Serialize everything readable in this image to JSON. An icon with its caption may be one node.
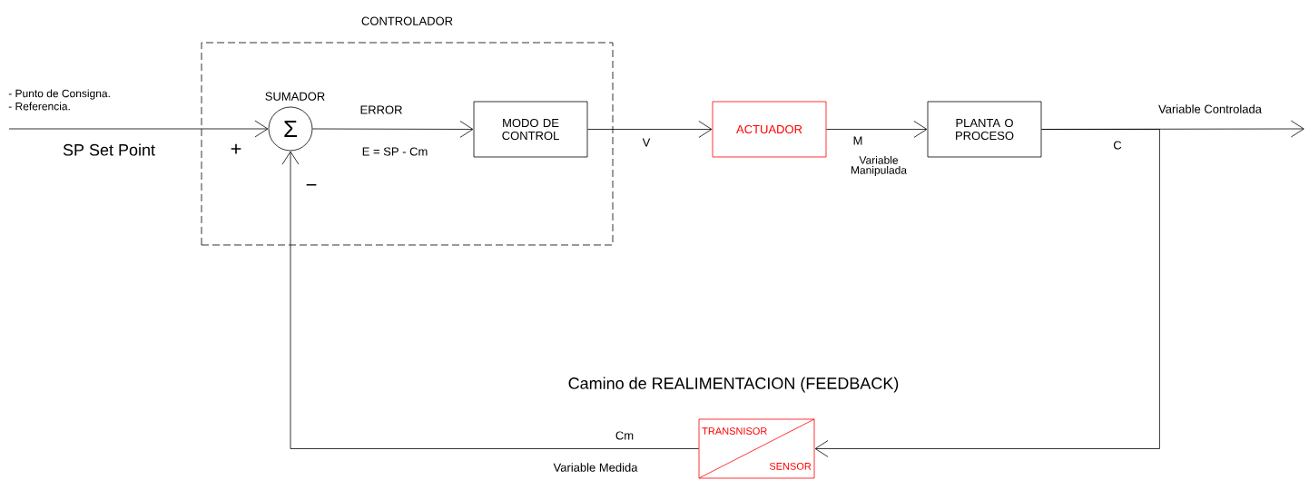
{
  "diagram": {
    "nodes": [
      {
        "text": [
          "CONTROLADOR"
        ]
      },
      {
        "text": [
          "Σ"
        ],
        "beside": [
          "SUMADOR"
        ],
        "in": 0
      },
      {
        "text": [
          "MODO DE CONTROL"
        ],
        "in": 0
      },
      {
        "text": [
          "ACTUADOR"
        ]
      },
      {
        "text": [
          "PLANTA O PROCESO"
        ]
      },
      {
        "text": [
          "TRANSNISOR",
          "SENSOR"
        ]
      }
    ],
    "edges": [
      {
        "from": null,
        "to": 1,
        "arrow": "to"
      },
      {
        "from": 1,
        "to": 2,
        "arrow": "to",
        "label": "ERROR"
      },
      {
        "from": 2,
        "to": 3,
        "arrow": "to",
        "label": "V"
      },
      {
        "from": 3,
        "to": 4,
        "arrow": "to",
        "label": "M"
      },
      {
        "from": 4,
        "to": null,
        "arrow": "to",
        "label": "Variable Controlada"
      },
      {
        "from": 4,
        "to": 5,
        "arrow": "to"
      },
      {
        "from": 5,
        "to": 1,
        "arrow": "to",
        "label": "Cm"
      }
    ],
    "labels": [
      "- Punto de Consigna.",
      "- Referencia.",
      "SP Set Point",
      "+",
      "E = SP - Cm",
      "−",
      "Variable Manipulada",
      "C",
      "Camino de REALIMENTACION (FEEDBACK)",
      "Variable Medida"
    ]
  }
}
